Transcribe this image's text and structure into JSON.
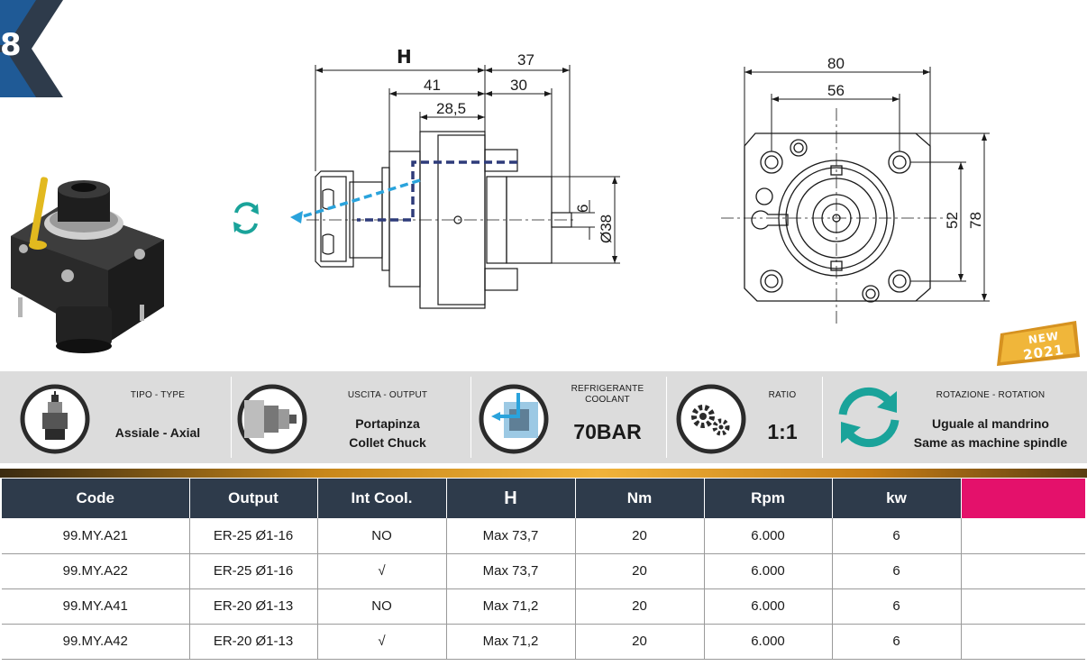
{
  "page": {
    "number": "8",
    "badge_color": "#2e3b4b",
    "accent_color": "#e4116b",
    "brand_blue": "#1f5a96"
  },
  "drawing": {
    "side_view": {
      "dim_H": "H",
      "dim_37": "37",
      "dim_41": "41",
      "dim_30": "30",
      "dim_28_5": "28,5",
      "dim_6": "6",
      "dim_d38": "Ø38"
    },
    "front_view": {
      "dim_80": "80",
      "dim_56": "56",
      "dim_52": "52",
      "dim_78": "78"
    }
  },
  "new_badge": {
    "label": "NEW",
    "year": "2021"
  },
  "specs": [
    {
      "title": "TIPO - TYPE",
      "value_lines": [
        "Assiale - Axial"
      ],
      "icon": "axial-holder-icon"
    },
    {
      "title": "USCITA - OUTPUT",
      "value_lines": [
        "Portapinza",
        "Collet Chuck"
      ],
      "icon": "collet-chuck-icon"
    },
    {
      "title_lines": [
        "REFRIGERANTE",
        "COOLANT"
      ],
      "value": "70BAR",
      "icon": "coolant-icon"
    },
    {
      "title": "RATIO",
      "value": "1:1",
      "icon": "gears-icon"
    },
    {
      "title": "ROTAZIONE - ROTATION",
      "value_lines": [
        "Uguale al mandrino",
        "Same as machine spindle"
      ],
      "icon": "rotation-arrows-icon"
    }
  ],
  "table": {
    "headers": [
      "Code",
      "Output",
      "Int Cool.",
      "H",
      "Nm",
      "Rpm",
      "kw",
      ""
    ],
    "rows": [
      [
        "99.MY.A21",
        "ER-25 Ø1-16",
        "NO",
        "Max 73,7",
        "20",
        "6.000",
        "6",
        ""
      ],
      [
        "99.MY.A22",
        "ER-25 Ø1-16",
        "√",
        "Max 73,7",
        "20",
        "6.000",
        "6",
        ""
      ],
      [
        "99.MY.A41",
        "ER-20 Ø1-13",
        "NO",
        "Max 71,2",
        "20",
        "6.000",
        "6",
        ""
      ],
      [
        "99.MY.A42",
        "ER-20 Ø1-13",
        "√",
        "Max 71,2",
        "20",
        "6.000",
        "6",
        ""
      ]
    ]
  }
}
